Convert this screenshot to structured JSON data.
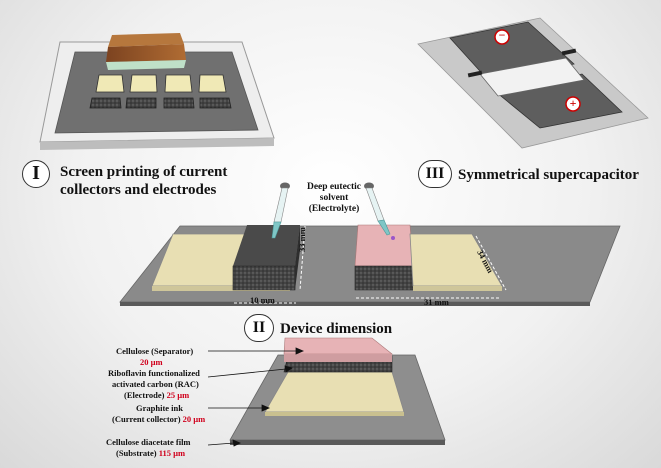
{
  "sections": {
    "one": {
      "numeral": "I",
      "title_line1": "Screen printing of current",
      "title_line2": "collectors and electrodes"
    },
    "two": {
      "numeral": "II",
      "title": "Device dimension"
    },
    "three": {
      "numeral": "III",
      "title": "Symmetrical supercapacitor"
    }
  },
  "electrolyte": {
    "line1": "Deep eutectic",
    "line2": "solvent",
    "line3": "(Electrolyte)"
  },
  "dimensions": {
    "width_left": "10 mm",
    "width_right": "31 mm",
    "length_left": "33 mm",
    "length_right": "34 mm"
  },
  "terminals": {
    "negative": "−",
    "positive": "+"
  },
  "layers": {
    "separator": {
      "name": "Cellulose (Separator)",
      "thickness": "20 µm"
    },
    "electrode": {
      "line1": "Riboflavin functionalized",
      "line2": "activated carbon (RAC)",
      "line3_prefix": "(Electrode) ",
      "thickness": "25 µm"
    },
    "collector": {
      "line1": "Graphite ink",
      "line2_prefix": "(Current collector) ",
      "thickness": "20 µm"
    },
    "substrate": {
      "line1": "Cellulose diacetate film",
      "line2_prefix": "(Substrate) ",
      "thickness": "115 µm"
    }
  },
  "colors": {
    "frame": "#e6e6e6",
    "screen": "#6f6f6f",
    "beige": "#e8dfb3",
    "graphite": "#4a4a4a",
    "pink": "#e7b3b6",
    "wood": "#9a5a2c",
    "red": "#d0001c"
  }
}
